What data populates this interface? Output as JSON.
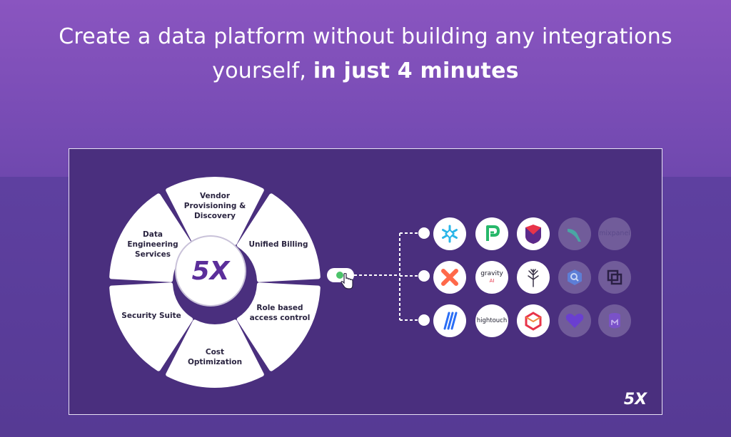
{
  "headline": {
    "line1": "Create a data platform without building any integrations",
    "line2_regular": "yourself, ",
    "line2_bold": "in just 4 minutes"
  },
  "wheel": {
    "center_logo_text": "5X",
    "petals": [
      {
        "label": "Vendor Provisioning & Discovery"
      },
      {
        "label": "Unified Billing"
      },
      {
        "label": "Role based access control"
      },
      {
        "label": "Cost Optimization"
      },
      {
        "label": "Security Suite"
      },
      {
        "label": "Data Engineering Services"
      }
    ]
  },
  "integrations": {
    "rows": [
      [
        {
          "name": "snowflake",
          "icon": "snowflake-icon",
          "faded": false
        },
        {
          "name": "prefect",
          "icon": "prefect-icon",
          "faded": false
        },
        {
          "name": "metabase-shield",
          "icon": "shield-logo-icon",
          "faded": false
        },
        {
          "name": "airflow",
          "icon": "bird-icon",
          "faded": true
        },
        {
          "name": "mixpanel",
          "text": "mixpanel",
          "faded": true
        }
      ],
      [
        {
          "name": "dbt",
          "icon": "x-cross-icon",
          "faded": false
        },
        {
          "name": "gravity",
          "text": "gravity",
          "subtext": "AI",
          "faded": false
        },
        {
          "name": "fivetran-tree",
          "icon": "tree-icon",
          "faded": false
        },
        {
          "name": "bigquery",
          "icon": "hexagon-search-icon",
          "faded": true
        },
        {
          "name": "copy",
          "icon": "copy-icon",
          "faded": true
        }
      ],
      [
        {
          "name": "stitch",
          "icon": "stripes-icon",
          "faded": false
        },
        {
          "name": "hightouch",
          "text": "hightouch",
          "faded": false
        },
        {
          "name": "cube",
          "icon": "cube-icon",
          "faded": false
        },
        {
          "name": "heart",
          "icon": "heart-icon",
          "faded": true
        },
        {
          "name": "database",
          "icon": "cylinder-icon",
          "faded": true
        }
      ]
    ]
  },
  "colors": {
    "accent": "#5b2e9a",
    "toggle_on": "#4cc36a"
  },
  "corner_logo_text": "5X"
}
